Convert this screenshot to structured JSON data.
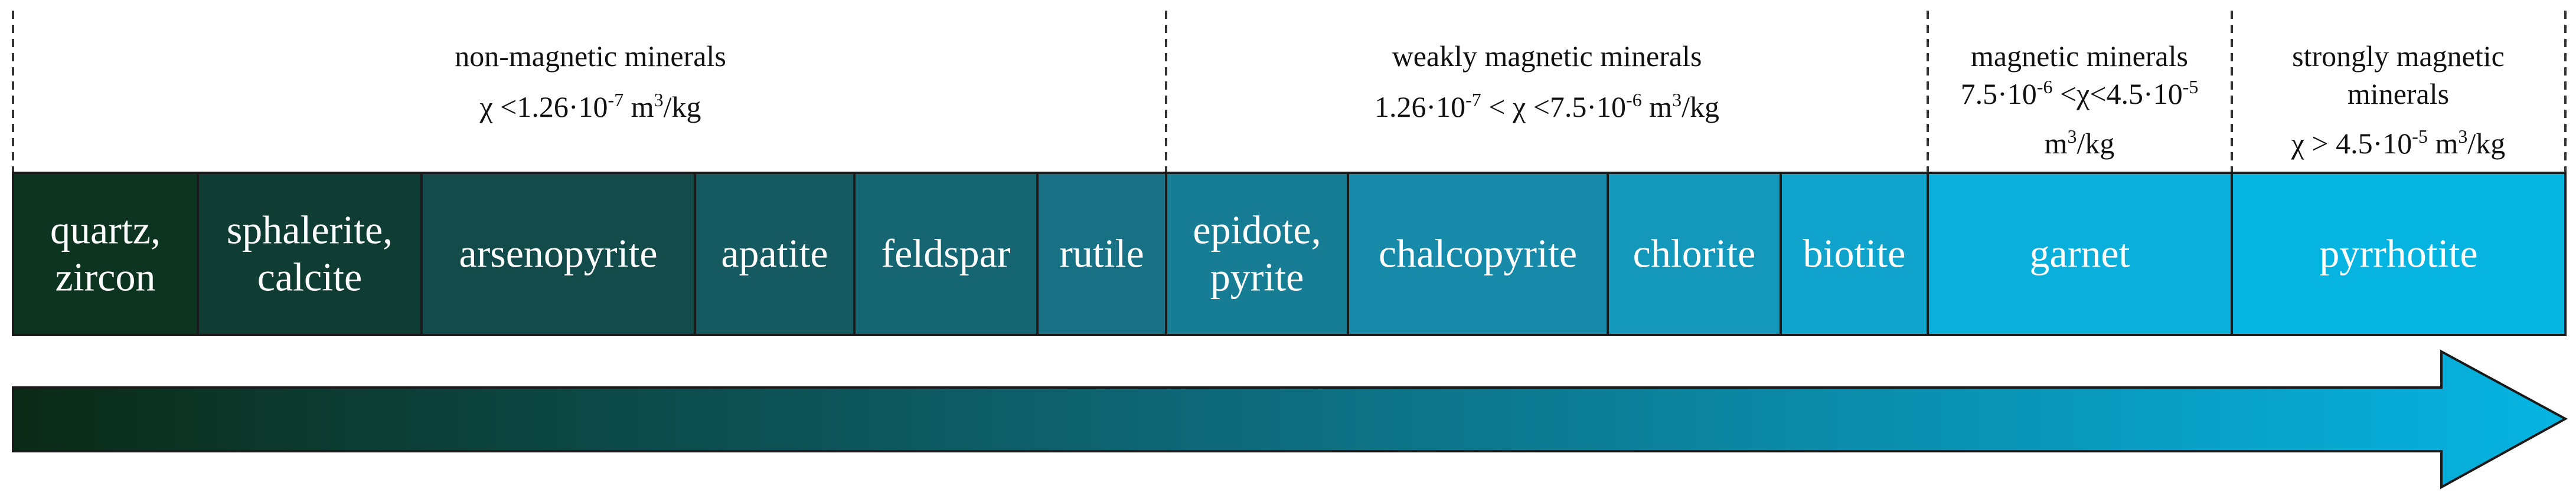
{
  "categories": [
    {
      "id": "non-magnetic",
      "title": "non-magnetic minerals",
      "range": [
        {
          "t": "χ <1.26·10"
        },
        {
          "t": "-7",
          "sup": true
        },
        {
          "t": " m"
        },
        {
          "t": "3",
          "sup": true
        },
        {
          "t": "/kg"
        }
      ]
    },
    {
      "id": "weakly-magnetic",
      "title": "weakly magnetic minerals",
      "range": [
        {
          "t": "1.26·10"
        },
        {
          "t": "-7",
          "sup": true
        },
        {
          "t": " < χ <7.5·10"
        },
        {
          "t": "-6",
          "sup": true
        },
        {
          "t": " m"
        },
        {
          "t": "3",
          "sup": true
        },
        {
          "t": "/kg"
        }
      ]
    },
    {
      "id": "magnetic",
      "title": "magnetic minerals",
      "range": [
        {
          "t": "7.5·10"
        },
        {
          "t": "-6",
          "sup": true
        },
        {
          "t": " <χ<4.5·10"
        },
        {
          "t": "-5",
          "sup": true
        }
      ],
      "range2": [
        {
          "t": "m"
        },
        {
          "t": "3",
          "sup": true
        },
        {
          "t": "/kg"
        }
      ]
    },
    {
      "id": "strongly-magnetic",
      "title": "strongly magnetic",
      "title2": "minerals",
      "range": [
        {
          "t": "χ > 4.5·10"
        },
        {
          "t": "-5",
          "sup": true
        },
        {
          "t": " m"
        },
        {
          "t": "3",
          "sup": true
        },
        {
          "t": "/kg"
        }
      ]
    }
  ],
  "minerals": [
    {
      "lines": [
        "quartz,",
        "zircon"
      ],
      "color": "#0d3321"
    },
    {
      "lines": [
        "sphalerite,",
        "calcite"
      ],
      "color": "#0f3d33"
    },
    {
      "lines": [
        "arsenopyrite"
      ],
      "color": "#134b4b"
    },
    {
      "lines": [
        "apatite"
      ],
      "color": "#145a60"
    },
    {
      "lines": [
        "feldspar"
      ],
      "color": "#166573"
    },
    {
      "lines": [
        "rutile"
      ],
      "color": "#177083"
    },
    {
      "lines": [
        "epidote,",
        "pyrite"
      ],
      "color": "#177d95"
    },
    {
      "lines": [
        "chalcopyrite"
      ],
      "color": "#168aa8"
    },
    {
      "lines": [
        "chlorite"
      ],
      "color": "#1397bb"
    },
    {
      "lines": [
        "biotite"
      ],
      "color": "#10a3cc"
    },
    {
      "lines": [
        "garnet"
      ],
      "color": "#0ab0db"
    },
    {
      "lines": [
        "pyrrhotite"
      ],
      "color": "#06b4e2"
    }
  ],
  "colors": {
    "arrow_start": "#0b2a16",
    "arrow_mid": "#0e6d7f",
    "arrow_end": "#06b4e2",
    "border": "#1a1a1a",
    "divider": "#333333"
  }
}
